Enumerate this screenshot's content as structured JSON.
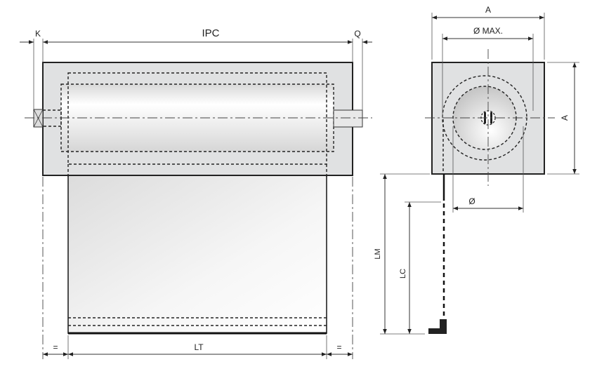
{
  "front_view": {
    "ipc_label": "IPC",
    "k_label": "K",
    "q_label": "Q",
    "lt_label": "LT",
    "equal_left_label": "=",
    "equal_right_label": "="
  },
  "side_view": {
    "a_top_label": "A",
    "dia_max_label": "Ø MAX.",
    "a_right_label": "A",
    "dia_label": "Ø",
    "lm_label": "LM",
    "lc_label": "LC"
  },
  "colors": {
    "housing": "#e0e1e2",
    "outline": "#222222"
  }
}
